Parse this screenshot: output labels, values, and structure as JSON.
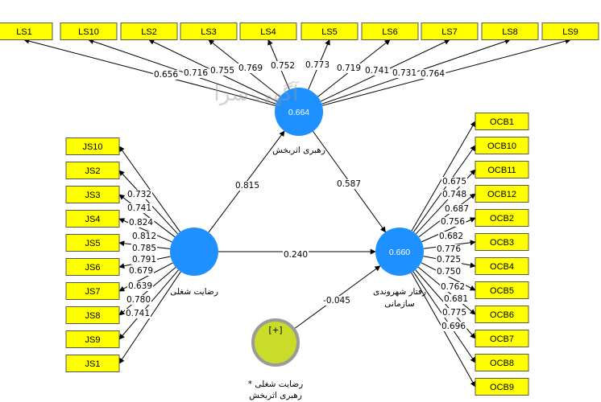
{
  "colors": {
    "indicator_fill": "#ffff00",
    "latent_fill": "#1e90ff",
    "moderator_fill": "#c8dc28",
    "moderator_ring": "#9a9a9a",
    "line": "#000000"
  },
  "watermark": "آگهی سرا",
  "latents": {
    "leadership": {
      "name": "رهبری اثربخش",
      "r2": "0.664"
    },
    "job_satisfaction": {
      "name": "رضایت شغلی",
      "r2": ""
    },
    "ocb": {
      "name_line1": "رفتار شهروندی",
      "name_line2": "سازمانی",
      "r2": "0.660"
    },
    "moderator": {
      "symbol": "[+]",
      "name_line1": "رضایت شغلی *",
      "name_line2": "رهبری اثربخش"
    }
  },
  "paths": [
    {
      "from": "job_satisfaction",
      "to": "leadership",
      "coef": "0.815"
    },
    {
      "from": "leadership",
      "to": "ocb",
      "coef": "0.587"
    },
    {
      "from": "job_satisfaction",
      "to": "ocb",
      "coef": "0.240"
    },
    {
      "from": "moderator",
      "to": "ocb",
      "coef": "-0.045"
    }
  ],
  "leadership_indicators": [
    {
      "name": "LS1",
      "loading": "0.656"
    },
    {
      "name": "LS10",
      "loading": "0.716"
    },
    {
      "name": "LS2",
      "loading": "0.755"
    },
    {
      "name": "LS3",
      "loading": "0.769"
    },
    {
      "name": "LS4",
      "loading": "0.752"
    },
    {
      "name": "LS5",
      "loading": "0.773"
    },
    {
      "name": "LS6",
      "loading": "0.719"
    },
    {
      "name": "LS7",
      "loading": "0.741"
    },
    {
      "name": "LS8",
      "loading": "0.731"
    },
    {
      "name": "LS9",
      "loading": "0.764"
    }
  ],
  "job_indicators": [
    {
      "name": "JS10",
      "loading": "0.732"
    },
    {
      "name": "JS2",
      "loading": "0.741"
    },
    {
      "name": "JS3",
      "loading": "0.824"
    },
    {
      "name": "JS4",
      "loading": "0.812"
    },
    {
      "name": "JS5",
      "loading": "0.785"
    },
    {
      "name": "JS6",
      "loading": "0.791"
    },
    {
      "name": "JS7",
      "loading": "0.679"
    },
    {
      "name": "JS8",
      "loading": "0.639"
    },
    {
      "name": "JS9",
      "loading": "0.780"
    },
    {
      "name": "JS1",
      "loading": "0.741"
    }
  ],
  "ocb_indicators": [
    {
      "name": "OCB1",
      "loading": "0.675"
    },
    {
      "name": "OCB10",
      "loading": "0.748"
    },
    {
      "name": "OCB11",
      "loading": "0.687"
    },
    {
      "name": "OCB12",
      "loading": "0.756"
    },
    {
      "name": "OCB2",
      "loading": "0.682"
    },
    {
      "name": "OCB3",
      "loading": "0.776"
    },
    {
      "name": "OCB4",
      "loading": "0.725"
    },
    {
      "name": "OCB5",
      "loading": "0.750"
    },
    {
      "name": "OCB6",
      "loading": "0.762"
    },
    {
      "name": "OCB7",
      "loading": "0.681"
    },
    {
      "name": "OCB8",
      "loading": "0.775"
    },
    {
      "name": "OCB9",
      "loading": "0.696"
    }
  ]
}
